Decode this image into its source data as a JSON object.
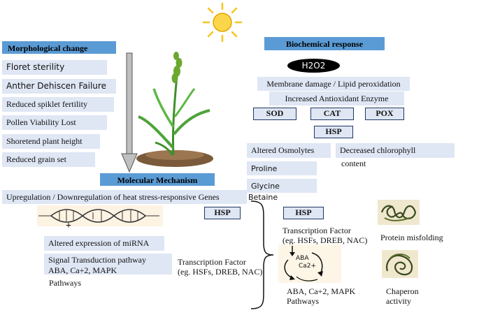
{
  "morphological": {
    "header": "Morphological change",
    "items": [
      "Floret sterility",
      "Anther Dehiscen Failure",
      "Reduced spiklet fertility",
      "Pollen Viability Lost",
      "Shoretend plant height",
      "Reduced grain set"
    ]
  },
  "biochemical": {
    "header": "Biochemical response",
    "h2o2": "H2O2",
    "membrane": "Membrane damage / Lipid peroxidation",
    "antioxidant": "Increased Antioxidant Enzyme",
    "enzymes": [
      "SOD",
      "CAT",
      "POX"
    ],
    "hsp": "HSP",
    "osmolytes": "Altered Osmolytes",
    "chlorophyll_1": "Decreased chlorophyll",
    "chlorophyll_2": "content",
    "proline": "Proline",
    "glycine": "Glycine",
    "betaine": "Betaine"
  },
  "molecular": {
    "header": "Molecular Mechanism",
    "regulation": "Upregulation / Downregulation of heat stress-responsive Genes",
    "hsp_left": "HSP",
    "plus": "+",
    "mirna": "Altered expression of miRNA",
    "signal_1": "Signal Transduction pathway",
    "signal_2": "ABA, Ca+2, MAPK",
    "signal_3": "Pathways",
    "tf_1": "Transcription Factor",
    "tf_2": "(eg. HSFs, DREB, NAC)"
  },
  "right_panel": {
    "hsp": "HSP",
    "tf_1": "Transcription Factor",
    "tf_2": "(eg. HSFs, DREB, NAC)",
    "cycle_label_1": "ABA",
    "cycle_label_2": "Ca2+",
    "pathway_1": "ABA, Ca+2, MAPK",
    "pathway_2": "Pathways",
    "misfolding": "Protein misfolding",
    "chaperon_1": "Chaperon",
    "chaperon_2": "activity"
  },
  "colors": {
    "header_blue": "#5b9bd5",
    "box_fill": "#dfe6f4",
    "sun": "#f7c51e",
    "plant_green": "#3f8f2b",
    "soil": "#7a5a3a"
  }
}
